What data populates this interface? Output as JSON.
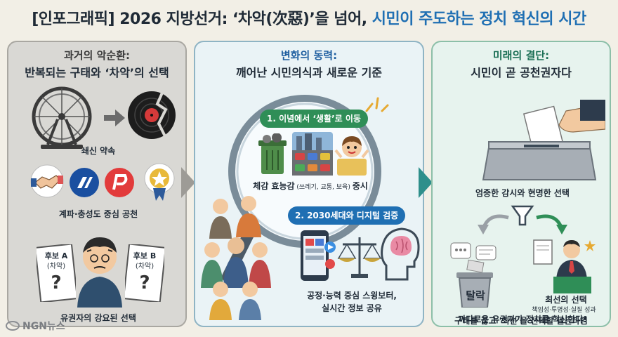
{
  "title": {
    "part1": "[인포그래픽] 2026 지방선거: ‘차악(次惡)’을 넘어, ",
    "part2": "시민이 주도하는 정치 혁신의 시간"
  },
  "panel_past": {
    "kicker": "과거의 악순환:",
    "heading": "반복되는 구태와 ‘차악’의 선택",
    "items": [
      {
        "caption": "쇄신 약속"
      },
      {
        "caption": "계파·충성도 중심 공천"
      },
      {
        "caption": "유권자의 강요된 선택"
      }
    ],
    "candidate_a": {
      "line1": "후보 A",
      "line2": "(차악)"
    },
    "candidate_b": {
      "line1": "후보 B",
      "line2": "(차악)"
    }
  },
  "panel_change": {
    "kicker": "변화의 동력:",
    "heading": "깨어난 시민의식과 새로운 기준",
    "step1": "1. 이념에서 ‘생활’로 이동",
    "step1_caption_main": "체감 효능감",
    "step1_caption_small": " (쓰레기, 교통, 보육) ",
    "step1_caption_tail": "중시",
    "step2": "2. 2030세대와 디지털 검증",
    "step2_caption_line1": "공정·능력 중심 스윙보터,",
    "step2_caption_line2": "실시간 정보 공유"
  },
  "panel_future": {
    "kicker": "미래의 결단:",
    "heading": "시민이 곧 공천권자다",
    "vote_caption": "엄중한 감시와 현명한 선택",
    "reject_label": "탈락",
    "select_label": "최선의 선택",
    "select_sub": "책임성·투명성·실질 성과",
    "closing_line1": "까다로운 유권자가 정치를 혁신한다!",
    "closing_line2": "구태를 끊고 '최선'을 선택할 골든타임"
  },
  "footer": {
    "logo_text": "NGN뉴스"
  },
  "colors": {
    "accent_blue": "#1f6fb3",
    "accent_green": "#2f8e57",
    "party_blue": "#1a4fa0",
    "party_red": "#e23b3b"
  }
}
